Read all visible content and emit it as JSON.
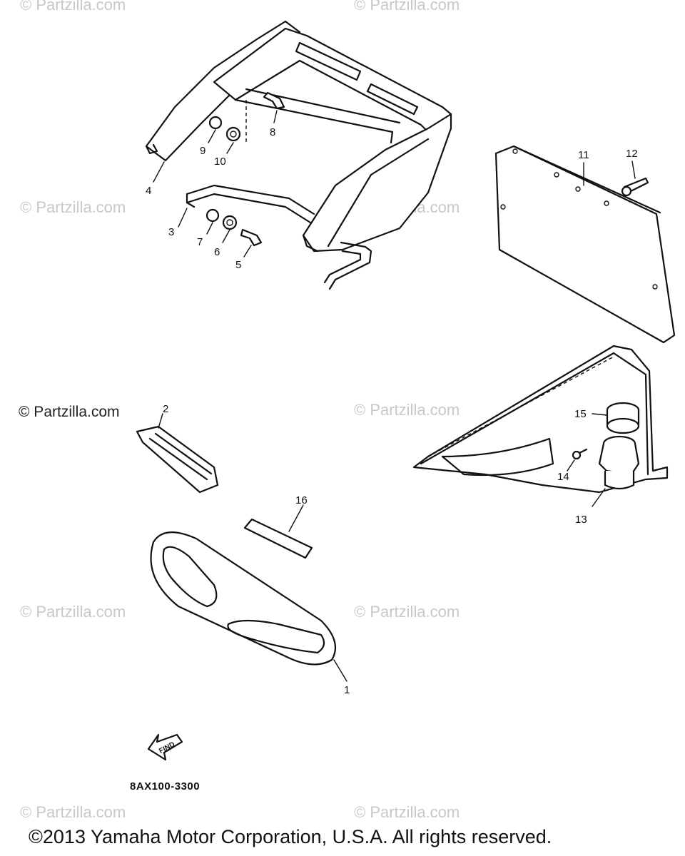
{
  "watermarks": [
    "© Partzilla.com",
    "© Partzilla.com",
    "© Partzilla.com",
    "© Partzilla.com",
    "© Partzilla.com",
    "© Partzilla.com",
    "© Partzilla.com",
    "© Partzilla.com",
    "© Partzilla.com",
    "© Partzilla.com"
  ],
  "callouts": [
    "1",
    "2",
    "3",
    "4",
    "5",
    "6",
    "7",
    "8",
    "9",
    "10",
    "11",
    "12",
    "13",
    "14",
    "15",
    "16"
  ],
  "find_badge": "FIND",
  "diagram_code": "8AX100-3300",
  "copyright": "©2013 Yamaha Motor Corporation, U.S.A. All rights reserved."
}
